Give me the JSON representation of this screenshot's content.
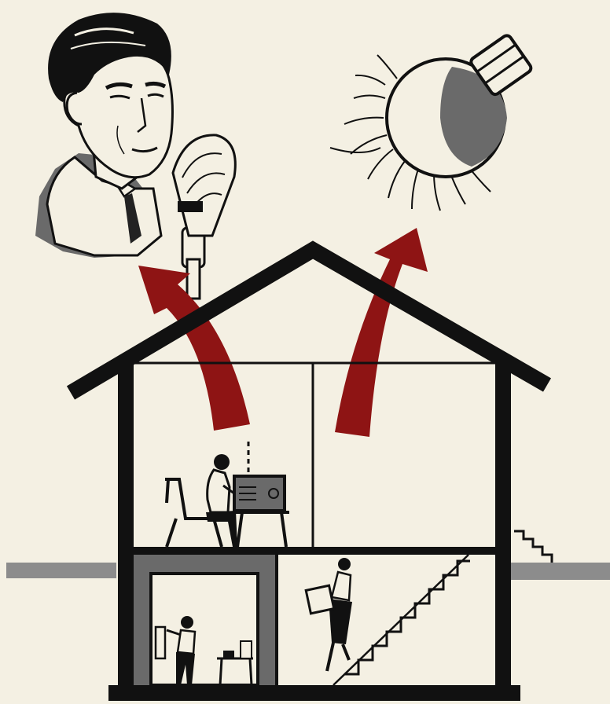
{
  "illustration": {
    "subjects": [
      "man-speaking-into-microphone",
      "bright-light-bulb",
      "house-cross-section",
      "man-listening-to-radio",
      "woman-carrying-box-on-stairs",
      "man-in-basement-shelter"
    ],
    "colors": {
      "paper": "#f4f0e3",
      "ink": "#111111",
      "arrow_red": "#8e1414",
      "shade_gray": "#6a6a6a",
      "ground_gray": "#8c8c8c"
    }
  }
}
